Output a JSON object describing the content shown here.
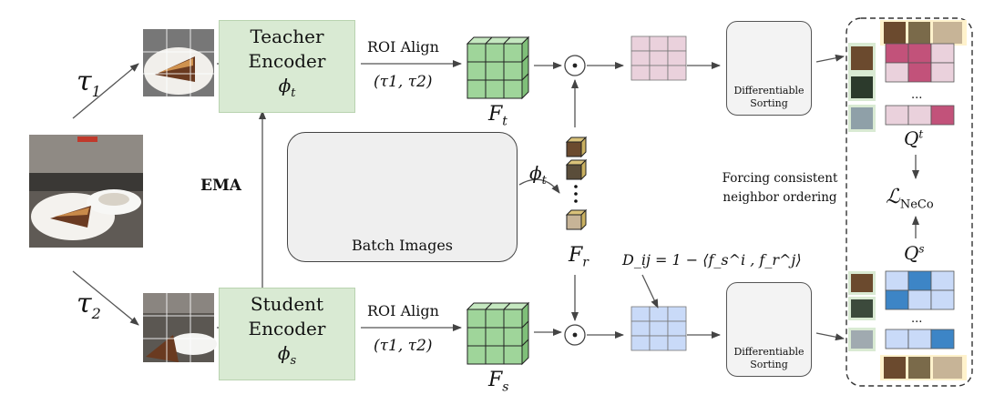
{
  "augment": {
    "tau1": "τ",
    "tau1_sub": "1",
    "tau2": "τ",
    "tau2_sub": "2"
  },
  "teacher": {
    "line1": "Teacher",
    "line2": "Encoder",
    "phi": "ϕ",
    "phi_sub": "t"
  },
  "student": {
    "line1": "Student",
    "line2": "Encoder",
    "phi": "ϕ",
    "phi_sub": "s"
  },
  "ema_label": "EMA",
  "roi_top": {
    "label": "ROI Align",
    "args": "(τ1, τ2)"
  },
  "roi_bottom": {
    "label": "ROI Align",
    "args": "(τ1, τ2)"
  },
  "features": {
    "teacher": {
      "base": "F",
      "sub": "t"
    },
    "student": {
      "base": "F",
      "sub": "s"
    },
    "reference": {
      "base": "F",
      "sub": "r"
    }
  },
  "batch": {
    "label": "Batch Images",
    "phi": "ϕ",
    "phi_sub": "t"
  },
  "sorting": {
    "top_label": "Differentiable\nSorting",
    "bottom_label": "Differentiable\nSorting"
  },
  "distance_formula": "D_ij = 1 − ⟨f_s^i , f_r^j⟩",
  "forcing_text": {
    "line1": "Forcing consistent",
    "line2": "neighbor ordering"
  },
  "q": {
    "top_base": "Q",
    "top_sup": "t",
    "bottom_base": "Q",
    "bottom_sup": "s"
  },
  "loss": {
    "base": "ℒ",
    "sub": "NeCo"
  },
  "ellipsis": "...",
  "colors": {
    "encoder_fill": "#d9ead3",
    "teacher_grid": "#ead1dc",
    "student_grid": "#c9daf8",
    "cube_fill": "#9fd59a",
    "q_teacher_dark": "#c2527a",
    "q_student_dark": "#3d85c6",
    "sort_orange": "#f9b233",
    "sort_green": "#44b35c",
    "dashed_border": "#333333"
  }
}
